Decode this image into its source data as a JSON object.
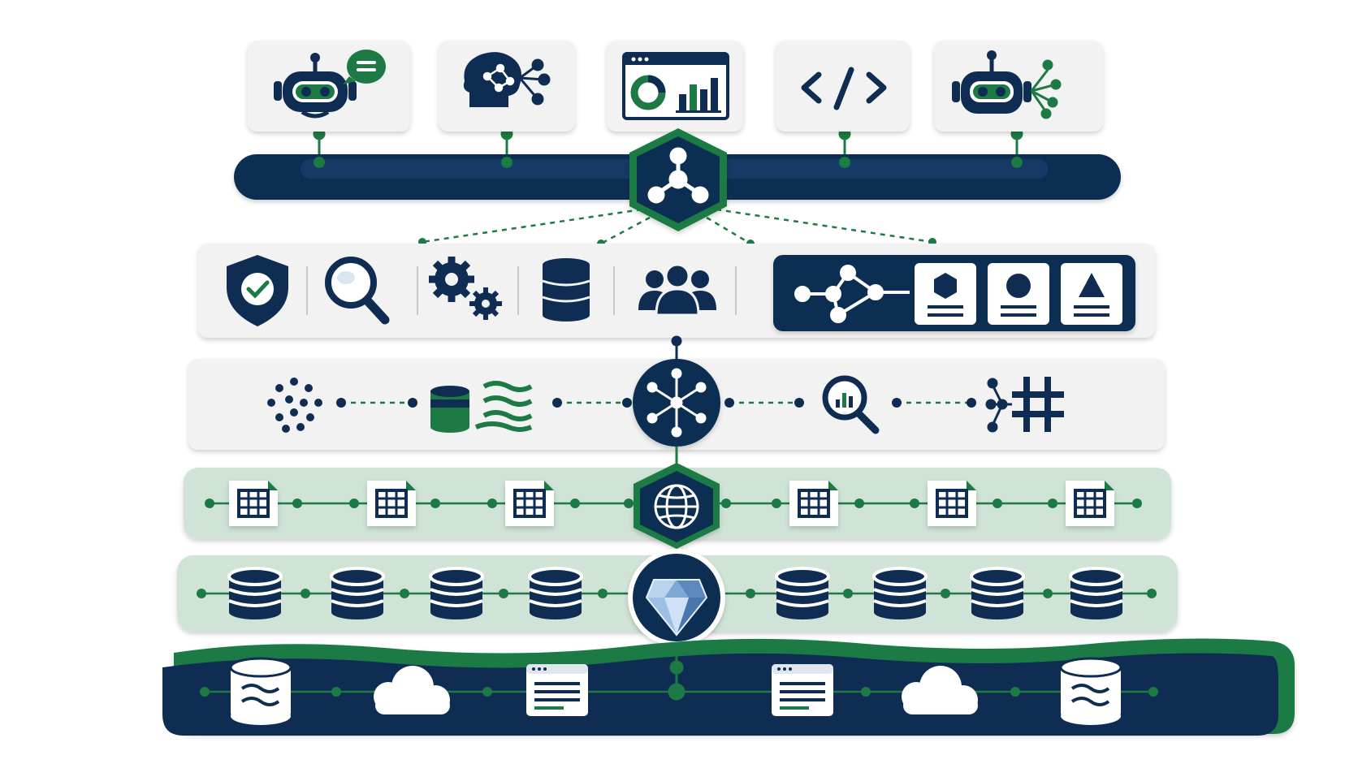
{
  "colors": {
    "navy": "#0f2d52",
    "green": "#1e7a45",
    "mint": "#cfe3d6",
    "light_gray": "#f2f2f2",
    "white": "#ffffff"
  },
  "layers": [
    {
      "id": "consumers",
      "style": "cards",
      "items": [
        "chatbot-icon",
        "ai-brain-network-icon",
        "dashboard-icon",
        "code-icon",
        "robot-agent-icon"
      ]
    },
    {
      "id": "semantic-hub",
      "style": "navy-bar",
      "hub": "network-hub-icon"
    },
    {
      "id": "governance",
      "style": "gray-panel",
      "items": [
        "security-shield-icon",
        "magnifier-icon",
        "gears-icon",
        "database-icon",
        "users-icon"
      ],
      "subpanel": [
        "knowledge-graph-icon",
        "entity-card-hex-icon",
        "entity-card-person-icon",
        "entity-card-triangle-icon"
      ]
    },
    {
      "id": "processing",
      "style": "gray-panel",
      "items": [
        "scattered-dots-icon",
        "data-stream-icon",
        "network-hub-icon",
        "search-analytics-icon",
        "graph-hash-icon"
      ]
    },
    {
      "id": "tables",
      "style": "mint-panel",
      "items": [
        "table-icon",
        "table-icon",
        "table-icon",
        "globe-hex-icon",
        "table-icon",
        "table-icon",
        "table-icon"
      ]
    },
    {
      "id": "storage",
      "style": "mint-panel",
      "items": [
        "database-icon",
        "database-icon",
        "database-icon",
        "database-icon",
        "gem-icon",
        "database-icon",
        "database-icon",
        "database-icon",
        "database-icon"
      ]
    },
    {
      "id": "sources",
      "style": "navy-wave",
      "items": [
        "data-lake-icon",
        "cloud-icon",
        "document-list-icon",
        "document-list-icon",
        "cloud-icon",
        "data-lake-icon"
      ]
    }
  ]
}
